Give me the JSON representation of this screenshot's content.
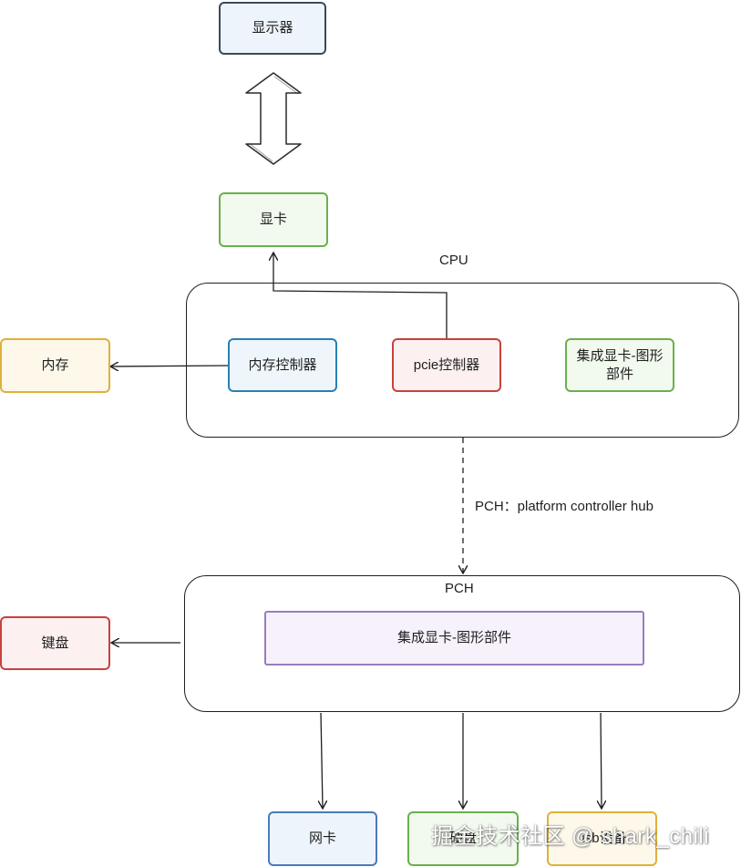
{
  "nodes": {
    "display": "显示器",
    "gpu": "显卡",
    "cpu_title": "CPU",
    "memory": "内存",
    "memory_controller": "内存控制器",
    "pcie_controller": "pcie控制器",
    "integrated_gpu_cpu": "集成显卡-图形部件",
    "pch_title": "PCH",
    "integrated_gpu_pch": "集成显卡-图形部件",
    "keyboard": "键盘",
    "nic": "网卡",
    "disk": "硬盘",
    "usb": "usb设备"
  },
  "edge_label": "PCH：platform controller hub",
  "watermark": "掘金技术社区 @ shark_chili",
  "colors": {
    "display": "#3a4a5a",
    "display_fill": "#eef4fb",
    "gpu": "#6ab04c",
    "gpu_fill": "#f2f9ee",
    "memory": "#e0b13a",
    "memory_fill": "#fdf8ea",
    "memory_controller": "#2a7fb4",
    "memory_controller_fill": "#eef6fb",
    "pcie_controller": "#c9413c",
    "pcie_controller_fill": "#fcf0f0",
    "integrated_gpu_cpu": "#6ab04c",
    "integrated_gpu_cpu_fill": "#f2f9ee",
    "integrated_gpu_pch": "#9b7bc0",
    "integrated_gpu_pch_fill": "#f6f1fb",
    "keyboard": "#c9413c",
    "keyboard_fill": "#fcf0f0",
    "nic": "#4a7ab8",
    "nic_fill": "#eef4fb",
    "disk": "#6ab04c",
    "disk_fill": "#f2f9ee",
    "usb": "#e0b13a",
    "usb_fill": "#fdf8ea"
  }
}
